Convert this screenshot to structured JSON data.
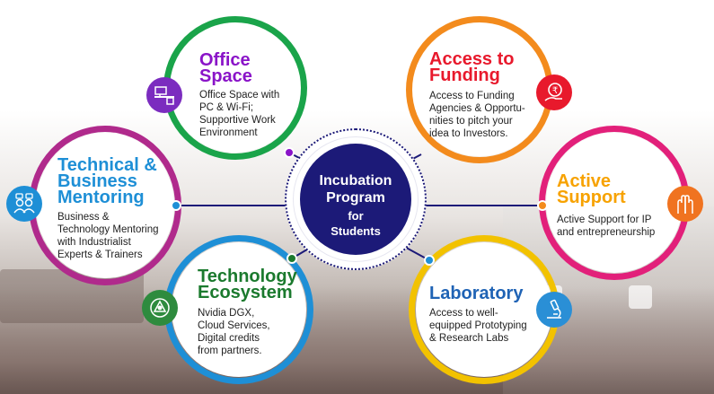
{
  "center": {
    "line1": "Incubation",
    "line2": "Program",
    "line3": "for",
    "line4": "Students"
  },
  "nodes": {
    "office": {
      "title1": "Office",
      "title2": "Space",
      "desc": [
        "Office Space with",
        "PC & Wi-Fi;",
        "Supportive Work",
        "Environment"
      ],
      "color": "#8a14c8",
      "ring": "#1aa44a",
      "icon": "office-desk-icon"
    },
    "funding": {
      "title1": "Access to",
      "title2": "Funding",
      "desc": [
        "Access to Funding",
        "Agencies & Opportu-",
        "nities to pitch your",
        "idea to Investors."
      ],
      "color": "#e8192c",
      "ring": "#f38b1d",
      "icon": "rupee-hand-icon"
    },
    "mentoring": {
      "title1": "Technical &",
      "title2": "Business",
      "title3": "Mentoring",
      "desc": [
        "Business &",
        "Technology Mentoring",
        "with Industrialist",
        "Experts & Trainers"
      ],
      "color": "#1e8fd6",
      "ring": "#b02a8c",
      "icon": "mentoring-people-icon"
    },
    "support": {
      "title1": "Active",
      "title2": "Support",
      "desc": [
        "Active Support for IP",
        "and entrepreneurship"
      ],
      "color": "#f7a200",
      "ring": "#e2207a",
      "icon": "helping-hands-icon"
    },
    "ecosystem": {
      "title1": "Technology",
      "title2": "Ecosystem",
      "desc": [
        "Nvidia DGX,",
        "Cloud Services,",
        "Digital credits",
        "from partners."
      ],
      "color": "#1b7a2e",
      "ring": "#1e8fd6",
      "icon": "network-hub-icon"
    },
    "lab": {
      "title1": "Laboratory",
      "desc": [
        "Access to well-",
        "equipped Prototyping",
        "& Research Labs"
      ],
      "color": "#1f63b5",
      "ring": "#f2c200",
      "icon": "microscope-icon"
    }
  }
}
